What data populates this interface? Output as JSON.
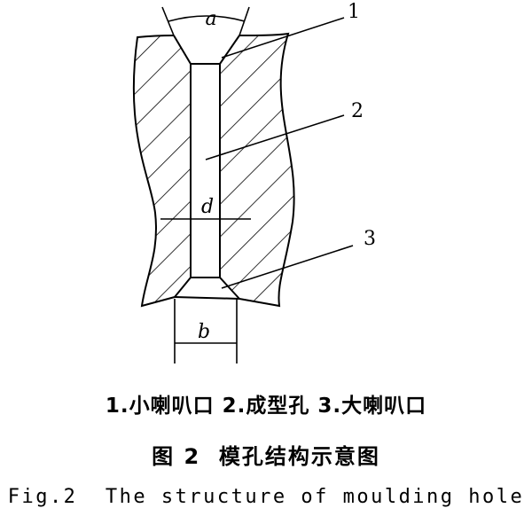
{
  "labels": {
    "angle_a": "a",
    "diameter_d": "d",
    "width_b": "b",
    "callout_1": "1",
    "callout_2": "2",
    "callout_3": "3"
  },
  "captions": {
    "legend": "1.小喇叭口 2.成型孔 3.大喇叭口",
    "figure_cn": "图 2  模孔结构示意图",
    "figure_en": "Fig.2  The structure of moulding hole"
  },
  "colors": {
    "ink": "#000000",
    "background": "#ffffff"
  }
}
